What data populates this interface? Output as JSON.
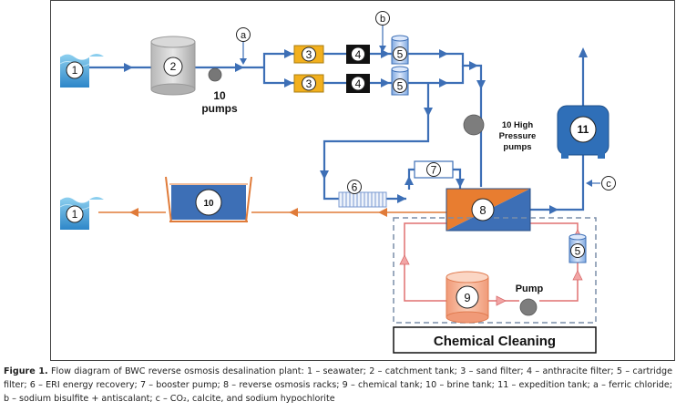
{
  "diagram": {
    "numbers": {
      "n1": "1",
      "n2": "2",
      "n3": "3",
      "n4": "4",
      "n5": "5",
      "n6": "6",
      "n7": "7",
      "n8": "8",
      "n9": "9",
      "n10": "10",
      "n11": "11"
    },
    "letters": {
      "a": "a",
      "b": "b",
      "c": "c"
    },
    "labels": {
      "pumps_line1": "10",
      "pumps_line2": "pumps",
      "hp_line1": "10 High",
      "hp_line2": "Pressure",
      "hp_line3": "pumps",
      "pump": "Pump",
      "chemical_cleaning": "Chemical Cleaning"
    },
    "colors": {
      "freshwater_line": "#3d6fb6",
      "brine_line": "#e07b39",
      "cleaning_line": "#e07070",
      "sand_filter": "#f2b01e",
      "anthracite_filter": "#111111",
      "ro_orange": "#e87d30",
      "ro_blue": "#3d6fb6"
    }
  },
  "caption": {
    "label": "Figure 1.",
    "text": "Flow diagram of BWC reverse osmosis desalination plant: 1 – seawater; 2 – catchment tank; 3 – sand filter; 4 – anthracite filter; 5 – cartridge filter; 6 – ERI energy recovery; 7 – booster pump; 8 – reverse osmosis racks; 9 – chemical tank; 10 – brine tank; 11 – expedition tank; a – ferric chloride; b – sodium bisulfite + antiscalant; c – CO₂, calcite, and sodium hypochlorite"
  }
}
